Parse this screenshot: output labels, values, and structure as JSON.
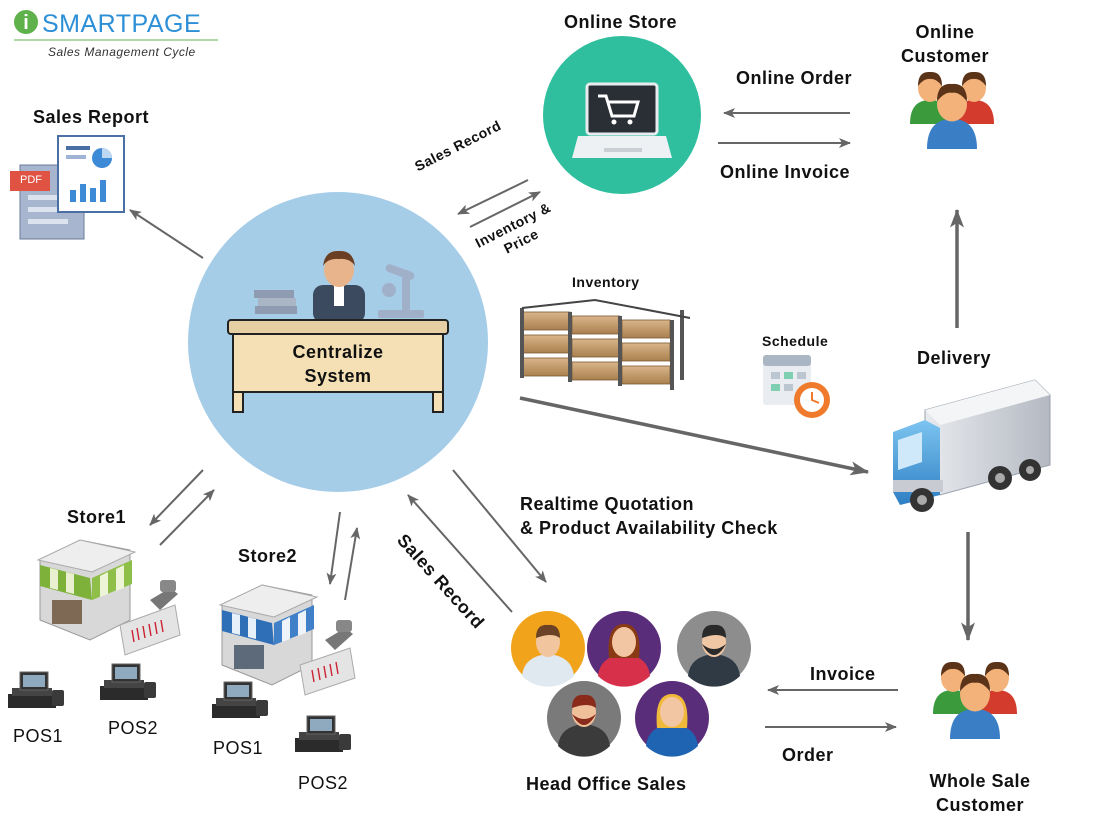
{
  "brand": {
    "logo_i": "i",
    "name": "SMARTPAGE",
    "tagline": "Sales Management Cycle",
    "colors": {
      "green": "#5fb14c",
      "blue": "#2d8fd6"
    }
  },
  "nodes": {
    "online_store": "Online Store",
    "online_customer": "Online\nCustomer",
    "sales_report": "Sales Report",
    "pdf_badge": "PDF",
    "centralize_system": "Centralize\nSystem",
    "inventory": "Inventory",
    "schedule": "Schedule",
    "delivery": "Delivery",
    "store1": "Store1",
    "store2": "Store2",
    "store1_pos1": "POS1",
    "store1_pos2": "POS2",
    "store2_pos1": "POS1",
    "store2_pos2": "POS2",
    "head_office_sales": "Head Office Sales",
    "whole_sale_customer": "Whole Sale\nCustomer"
  },
  "flows": {
    "online_order": "Online Order",
    "online_invoice": "Online Invoice",
    "sales_record_top": "Sales Record",
    "inventory_price": "Inventory &\nPrice",
    "realtime_quotation": "Realtime Quotation\n& Product Availability Check",
    "sales_record_bottom": "Sales Record",
    "invoice": "Invoice",
    "order": "Order"
  },
  "icons": [
    "cart-laptop-icon",
    "customer-group-icon",
    "report-icon",
    "desk-person-icon",
    "warehouse-icon",
    "calendar-icon",
    "truck-icon",
    "storefront-icon",
    "pos-terminal-icon",
    "barcode-scanner-icon",
    "person-avatar-icon"
  ],
  "colors": {
    "hub_circle": "#a6cde8",
    "store_circle": "#2fbf9f",
    "arrow": "#666666"
  }
}
